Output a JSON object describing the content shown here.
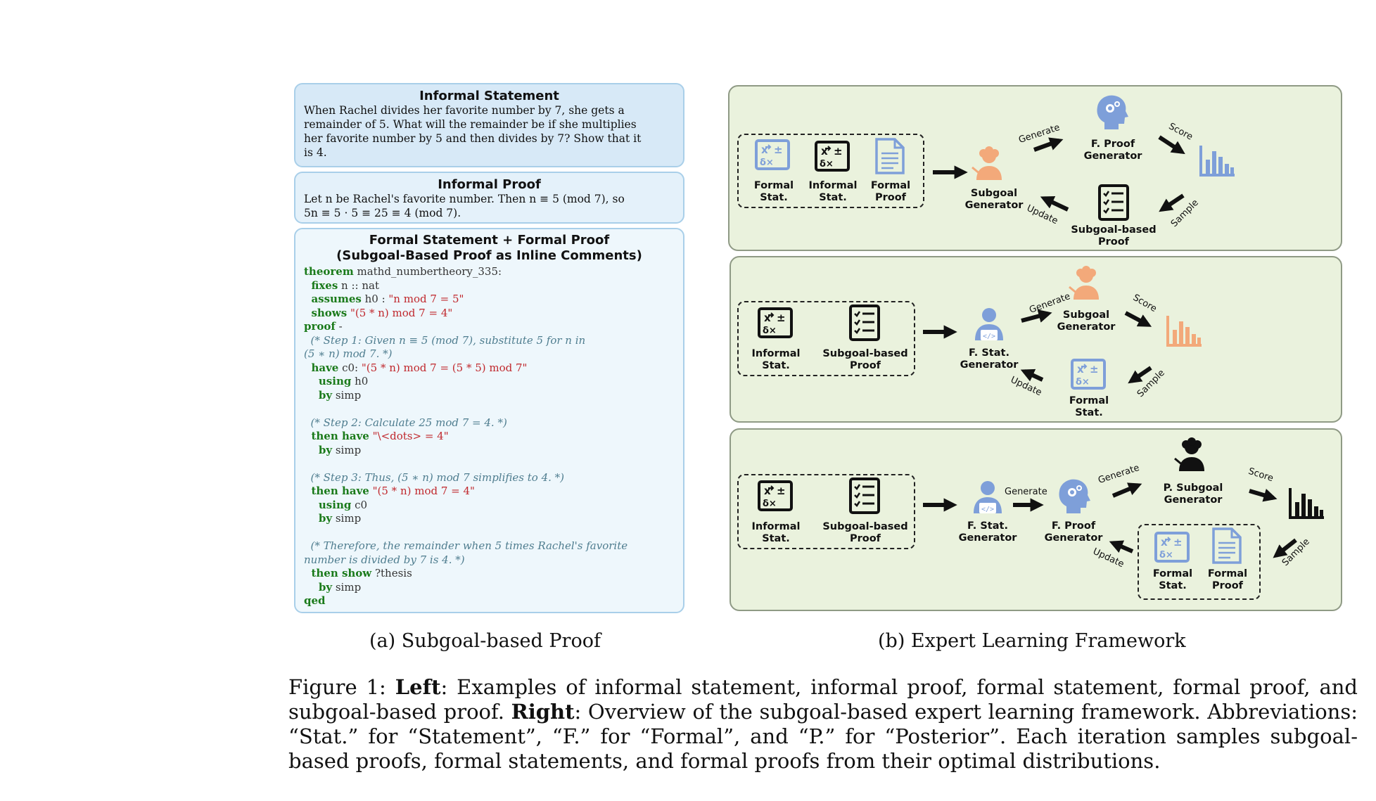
{
  "left": {
    "informal_statement": {
      "title": "Informal Statement",
      "lines": [
        "When Rachel divides her favorite number by 7, she gets a",
        "remainder of 5. What will the remainder be if she multiplies",
        "her favorite number by 5 and then divides by 7? Show that it",
        "is 4."
      ]
    },
    "informal_proof": {
      "title": "Informal Proof",
      "lines": [
        "Let n be Rachel's favorite number. Then n ≡ 5  (mod 7), so",
        "5n ≡ 5 · 5 ≡ 25 ≡ 4 (mod 7)."
      ]
    },
    "formal": {
      "title_line1": "Formal Statement + Formal Proof",
      "title_line2": "(Subgoal-Based Proof as Inline Comments)",
      "code": [
        {
          "kw": "theorem",
          "text": " mathd_numbertheory_335:"
        },
        {
          "kw": "  fixes",
          "text": " n :: nat"
        },
        {
          "kw": "  assumes",
          "text": " h0 : ",
          "str": "\"n mod 7 = 5\""
        },
        {
          "kw": "  shows",
          "str": " \"(5 * n) mod 7 = 4\""
        },
        {
          "kw": "proof",
          "text": " -"
        },
        {
          "cm": "  (* Step 1: Given n ≡ 5 (mod 7), substitute 5 for n in"
        },
        {
          "cm": "(5 ∗ n) mod 7. *)"
        },
        {
          "kw": "  have",
          "text": " c0: ",
          "str": "\"(5 * n) mod 7 = (5 * 5) mod 7\""
        },
        {
          "kw": "    using",
          "text": " h0"
        },
        {
          "kw": "    by",
          "text": " simp"
        },
        {
          "text": ""
        },
        {
          "cm": "  (* Step 2: Calculate 25 mod 7 = 4. *)"
        },
        {
          "kw": "  then have",
          "str": " \"\\<dots> = 4\""
        },
        {
          "kw": "    by",
          "text": " simp"
        },
        {
          "text": ""
        },
        {
          "cm": "  (* Step 3: Thus, (5 ∗ n) mod 7 simplifies to 4. *)"
        },
        {
          "kw": "  then have",
          "str": " \"(5 * n) mod 7 = 4\""
        },
        {
          "kw": "    using",
          "text": " c0"
        },
        {
          "kw": "    by",
          "text": " simp"
        },
        {
          "text": ""
        },
        {
          "cm": "  (* Therefore, the remainder when 5 times Rachel's favorite"
        },
        {
          "cm": "number is divided by 7 is 4. *)"
        },
        {
          "kw": "  then show",
          "text": " ?thesis"
        },
        {
          "kw": "    by",
          "text": " simp"
        },
        {
          "kw": "qed"
        }
      ]
    }
  },
  "right": {
    "panel1": {
      "formal_stat": "Formal\nStat.",
      "informal_stat": "Informal\nStat.",
      "formal_proof": "Formal\nProof",
      "subgoal_generator": "Subgoal\nGenerator",
      "fproof_generator": "F. Proof\nGenerator",
      "subgoal_proof": "Subgoal-based\nProof",
      "generate": "Generate",
      "score": "Score",
      "sample": "Sample",
      "update": "Update"
    },
    "panel2": {
      "informal_stat": "Informal\nStat.",
      "subgoal_proof": "Subgoal-based\nProof",
      "fstat_generator": "F. Stat.\nGenerator",
      "subgoal_generator": "Subgoal\nGenerator",
      "formal_stat": "Formal\nStat.",
      "generate": "Generate",
      "score": "Score",
      "sample": "Sample",
      "update": "Update"
    },
    "panel3": {
      "informal_stat": "Informal\nStat.",
      "subgoal_proof": "Subgoal-based\nProof",
      "fstat_generator": "F. Stat.\nGenerator",
      "fproof_generator": "F. Proof\nGenerator",
      "psubgoal_generator": "P. Subgoal\nGenerator",
      "formal_stat": "Formal\nStat.",
      "formal_proof": "Formal\nProof",
      "generate1": "Generate",
      "generate2": "Generate",
      "score": "Score",
      "sample": "Sample",
      "update": "Update"
    }
  },
  "captions": {
    "a": "(a) Subgoal-based Proof",
    "b": "(b) Expert Learning Framework"
  },
  "figure": {
    "label": "Figure 1: ",
    "left_bold": "Left",
    "left_text": ": Examples of informal statement, informal proof, formal statement, formal proof, and subgoal-based proof. ",
    "right_bold": "Right",
    "right_text": ": Overview of the subgoal-based expert learning framework. Abbreviations: “Stat.” for “Statement”, “F.” for “Formal”, and “P.” for “Posterior”. Each iteration samples subgoal-based proofs, formal statements, and formal proofs from their optimal distributions."
  },
  "colors": {
    "blue_icon": "#7e9fd9",
    "orange_icon": "#f3a97a",
    "panel_bg": "#eaf2dd",
    "box_blue": "#d7e9f7"
  }
}
